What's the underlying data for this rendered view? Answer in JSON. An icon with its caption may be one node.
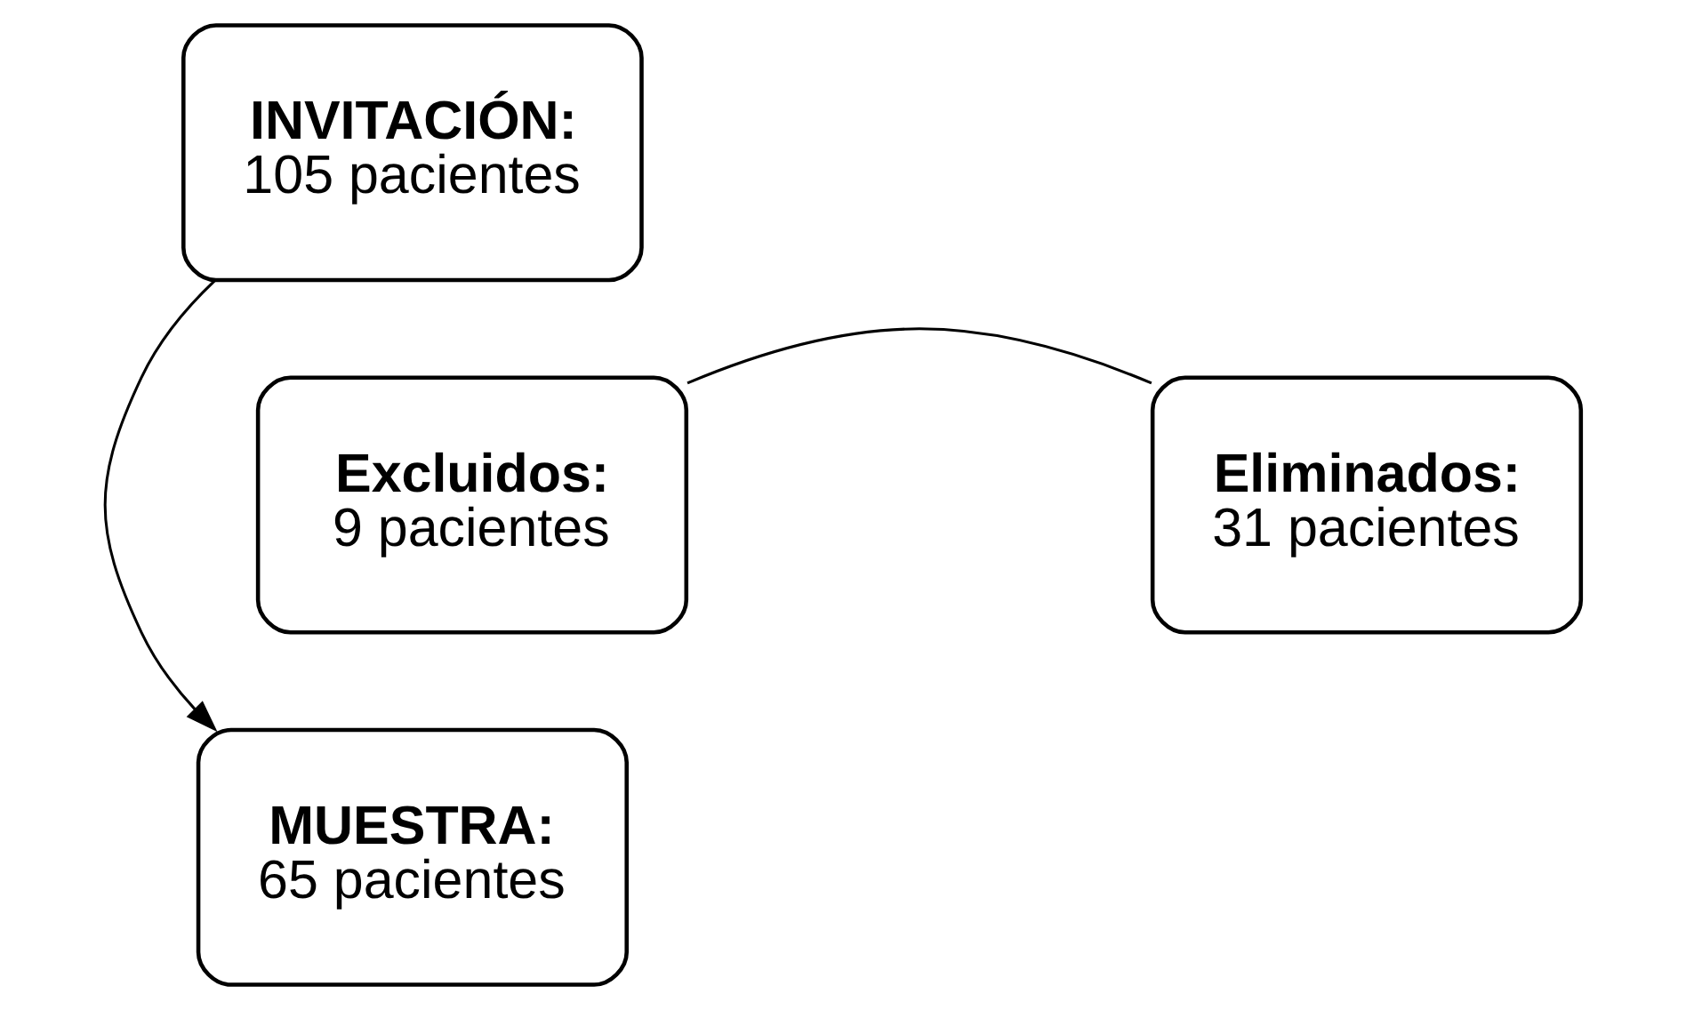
{
  "diagram": {
    "nodes": [
      {
        "text": [
          "INVITACIÓN:",
          "105 pacientes"
        ]
      },
      {
        "text": [
          "Excluidos:",
          "9 pacientes"
        ]
      },
      {
        "text": [
          "Eliminados:",
          "31 pacientes"
        ]
      },
      {
        "text": [
          "MUESTRA:",
          "65 pacientes"
        ]
      }
    ],
    "edges": [
      {
        "from": 0,
        "to": 3,
        "arrow": "to"
      },
      {
        "from": 1,
        "to": 2,
        "arrow": "none"
      }
    ]
  }
}
